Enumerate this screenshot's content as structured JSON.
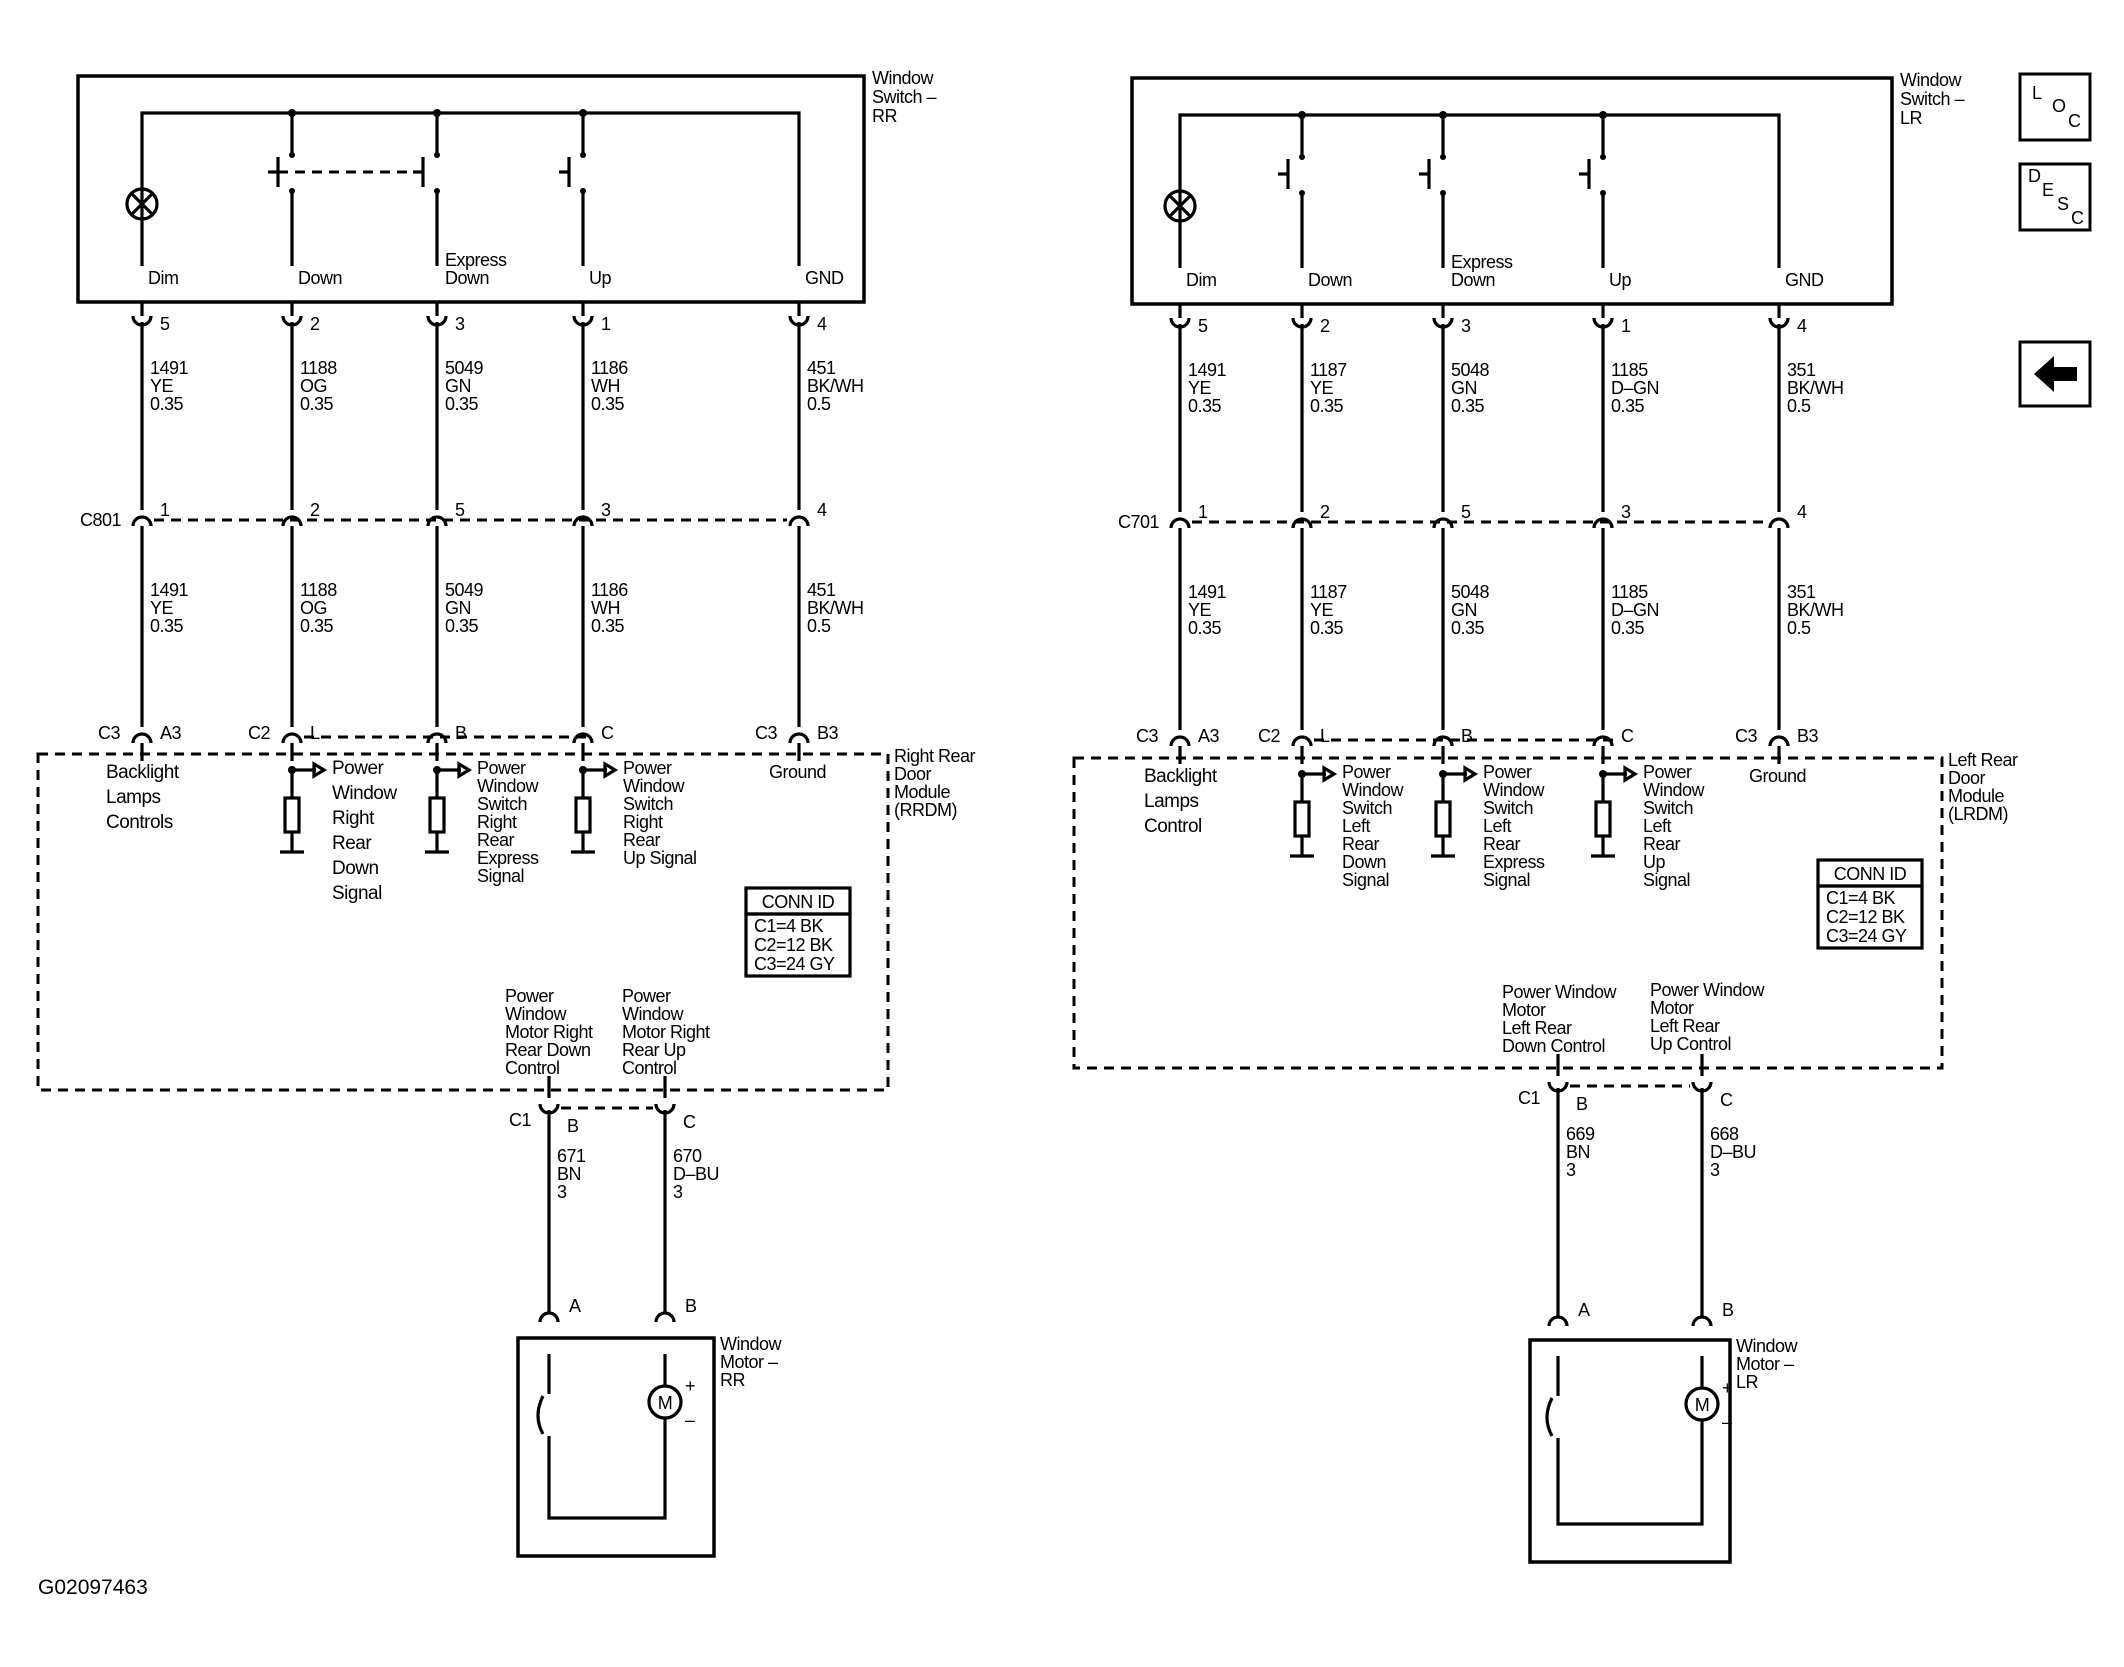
{
  "diagram_id": "G02097463",
  "nav": {
    "loc": "LOC",
    "desc": "DESC",
    "back_icon": "left-arrow-icon"
  },
  "rr": {
    "switch_title": [
      "Window",
      "Switch –",
      "RR"
    ],
    "pins": [
      {
        "name": "Dim",
        "pin": "5",
        "c801": "1",
        "upper": [
          "1491",
          "YE",
          "0.35"
        ],
        "lower": [
          "1491",
          "YE",
          "0.35"
        ],
        "mod_conn": "C3",
        "mod_pin": "A3"
      },
      {
        "name": "Down",
        "pin": "2",
        "c801": "2",
        "upper": [
          "1188",
          "OG",
          "0.35"
        ],
        "lower": [
          "1188",
          "OG",
          "0.35"
        ],
        "mod_conn": "C2",
        "mod_pin": "L"
      },
      {
        "name": "Express Down",
        "pin": "3",
        "c801": "5",
        "upper": [
          "5049",
          "GN",
          "0.35"
        ],
        "lower": [
          "5049",
          "GN",
          "0.35"
        ],
        "mod_conn": "",
        "mod_pin": "B"
      },
      {
        "name": "Up",
        "pin": "1",
        "c801": "3",
        "upper": [
          "1186",
          "WH",
          "0.35"
        ],
        "lower": [
          "1186",
          "WH",
          "0.35"
        ],
        "mod_conn": "",
        "mod_pin": "C"
      },
      {
        "name": "GND",
        "pin": "4",
        "c801": "4",
        "upper": [
          "451",
          "BK/WH",
          "0.5"
        ],
        "lower": [
          "451",
          "BK/WH",
          "0.5"
        ],
        "mod_conn": "C3",
        "mod_pin": "B3"
      }
    ],
    "inline_connector": "C801",
    "module_title": [
      "Right Rear",
      "Door",
      "Module",
      "(RRDM)"
    ],
    "functions": {
      "backlight": [
        "Backlight",
        "Lamps",
        "Controls"
      ],
      "down": [
        "Power",
        "Window",
        "Right",
        "Rear",
        "Down",
        "Signal"
      ],
      "express": [
        "Power",
        "Window",
        "Switch",
        "Right",
        "Rear",
        "Express",
        "Signal"
      ],
      "up": [
        "Power",
        "Window",
        "Switch",
        "Right",
        "Rear",
        "Up Signal"
      ],
      "ground": "Ground"
    },
    "conn_id": {
      "title": "CONN ID",
      "rows": [
        "C1=4 BK",
        "C2=12 BK",
        "C3=24 GY"
      ]
    },
    "motor_controls": {
      "down": [
        "Power",
        "Window",
        "Motor Right",
        "Rear Down",
        "Control"
      ],
      "up": [
        "Power",
        "Window",
        "Motor Right",
        "Rear Up",
        "Control"
      ]
    },
    "motor_conn": {
      "name": "C1",
      "pin_down": "B",
      "pin_up": "C"
    },
    "motor_wires": [
      [
        "671",
        "BN",
        "3"
      ],
      [
        "670",
        "D–BU",
        "3"
      ]
    ],
    "motor_pins": [
      "A",
      "B"
    ],
    "motor_title": [
      "Window",
      "Motor –",
      "RR"
    ]
  },
  "lr": {
    "switch_title": [
      "Window",
      "Switch –",
      "LR"
    ],
    "pins": [
      {
        "name": "Dim",
        "pin": "5",
        "c701": "1",
        "upper": [
          "1491",
          "YE",
          "0.35"
        ],
        "lower": [
          "1491",
          "YE",
          "0.35"
        ],
        "mod_conn": "C3",
        "mod_pin": "A3"
      },
      {
        "name": "Down",
        "pin": "2",
        "c701": "2",
        "upper": [
          "1187",
          "YE",
          "0.35"
        ],
        "lower": [
          "1187",
          "YE",
          "0.35"
        ],
        "mod_conn": "C2",
        "mod_pin": "L"
      },
      {
        "name": "Express Down",
        "pin": "3",
        "c701": "5",
        "upper": [
          "5048",
          "GN",
          "0.35"
        ],
        "lower": [
          "5048",
          "GN",
          "0.35"
        ],
        "mod_conn": "",
        "mod_pin": "B"
      },
      {
        "name": "Up",
        "pin": "1",
        "c701": "3",
        "upper": [
          "1185",
          "D–GN",
          "0.35"
        ],
        "lower": [
          "1185",
          "D–GN",
          "0.35"
        ],
        "mod_conn": "",
        "mod_pin": "C"
      },
      {
        "name": "GND",
        "pin": "4",
        "c701": "4",
        "upper": [
          "351",
          "BK/WH",
          "0.5"
        ],
        "lower": [
          "351",
          "BK/WH",
          "0.5"
        ],
        "mod_conn": "C3",
        "mod_pin": "B3"
      }
    ],
    "inline_connector": "C701",
    "module_title": [
      "Left Rear",
      "Door",
      "Module",
      "(LRDM)"
    ],
    "functions": {
      "backlight": [
        "Backlight",
        "Lamps",
        "Control"
      ],
      "down": [
        "Power",
        "Window",
        "Switch",
        "Left",
        "Rear",
        "Down",
        "Signal"
      ],
      "express": [
        "Power",
        "Window",
        "Switch",
        "Left",
        "Rear",
        "Express",
        "Signal"
      ],
      "up": [
        "Power",
        "Window",
        "Switch",
        "Left",
        "Rear",
        "Up",
        "Signal"
      ],
      "ground": "Ground"
    },
    "conn_id": {
      "title": "CONN ID",
      "rows": [
        "C1=4 BK",
        "C2=12 BK",
        "C3=24 GY"
      ]
    },
    "motor_controls": {
      "down": [
        "Power Window",
        "Motor",
        "Left Rear",
        "Down Control"
      ],
      "up": [
        "Power Window",
        "Motor",
        "Left Rear",
        "Up Control"
      ]
    },
    "motor_conn": {
      "name": "C1",
      "pin_down": "B",
      "pin_up": "C"
    },
    "motor_wires": [
      [
        "669",
        "BN",
        "3"
      ],
      [
        "668",
        "D–BU",
        "3"
      ]
    ],
    "motor_pins": [
      "A",
      "B"
    ],
    "motor_title": [
      "Window",
      "Motor –",
      "LR"
    ]
  }
}
